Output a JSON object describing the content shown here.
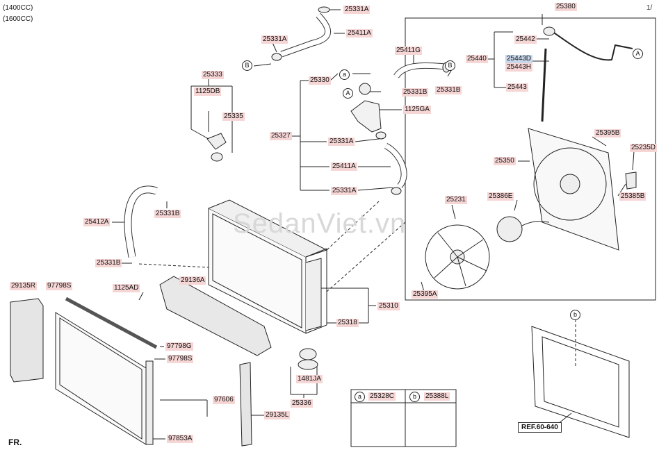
{
  "header": {
    "variant1": "(1400CC)",
    "variant2": "(1600CC)",
    "page_no": "1/"
  },
  "watermark": "SedanViet.vn",
  "fr_label": "FR.",
  "ref_label": "REF.60-640",
  "callouts": {
    "a": "a",
    "b": "b",
    "A": "A",
    "B": "B"
  },
  "legend": {
    "a_part": "25328C",
    "b_part": "25388L"
  },
  "parts": {
    "p25331A_top": "25331A",
    "p25411A_top": "25411A",
    "p25331A_left": "25331A",
    "p25411G": "25411G",
    "p25330": "25330",
    "p25331B_mid": "25331B",
    "p25331B_right": "25331B",
    "p25333": "25333",
    "p1125DB": "1125DB",
    "p25335": "25335",
    "p1125GA": "1125GA",
    "p25327": "25327",
    "p25331A_mid": "25331A",
    "p25411A_mid": "25411A",
    "p25331A_low": "25331A",
    "p25412A": "25412A",
    "p25331B_left": "25331B",
    "p25331B_low": "25331B",
    "p29135R": "29135R",
    "p97798S_top": "97798S",
    "p1125AD": "1125AD",
    "p29136A": "29136A",
    "p25310": "25310",
    "p25318": "25318",
    "p97798G": "97798G",
    "p97798S_low": "97798S",
    "p1481JA": "1481JA",
    "p97606": "97606",
    "p25336": "25336",
    "p29135L": "29135L",
    "p97853A": "97853A",
    "p25380": "25380",
    "p25442": "25442",
    "p25440": "25440",
    "p25443D": "25443D",
    "p25443H": "25443H",
    "p25443": "25443",
    "p25395B": "25395B",
    "p25235D": "25235D",
    "p25350": "25350",
    "p25231": "25231",
    "p25386E": "25386E",
    "p25385B": "25385B",
    "p25395A": "25395A"
  }
}
